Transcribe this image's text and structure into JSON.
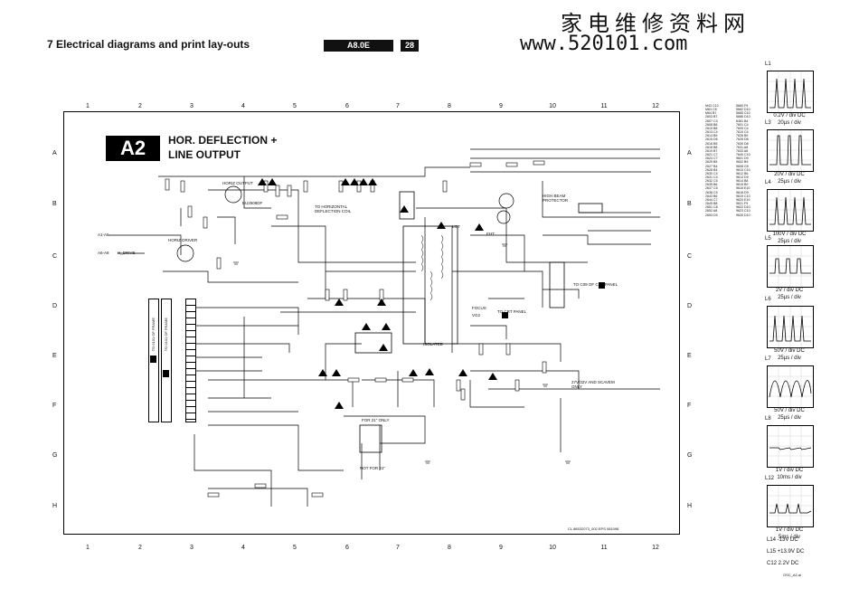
{
  "header": {
    "title": "7    Electrical diagrams and print lay-outs",
    "badge": "A8.0E",
    "page": "28"
  },
  "watermark": {
    "chinese": "家电维修资料网",
    "url": "www.520101.com"
  },
  "diagram": {
    "badge": "A2",
    "title_line1": "HOR. DEFLECTION +",
    "title_line2": "LINE OUTPUT",
    "columns": [
      "1",
      "2",
      "3",
      "4",
      "5",
      "6",
      "7",
      "8",
      "9",
      "10",
      "11",
      "12"
    ],
    "rows": [
      "A",
      "B",
      "C",
      "D",
      "E",
      "F",
      "G",
      "H"
    ],
    "connector_left_1": "TO 0101 OF FRAME",
    "connector_left_2": "TO 0101 OF FRAME",
    "labels": {
      "horiz_output": "HORIZ OUTPUT",
      "horiz_driver": "HORIZ DRIVER",
      "deflection_coil": "TO HORIZONTAL DEFLECTION COIL",
      "high_beam": "HIGH BEAM PROTECTOR",
      "to_crt_panel": "TO CRT PANEL",
      "to_c09": "TO C09 OF CRT PANEL",
      "focus": "FOCUS",
      "vg2": "VG2",
      "isolated": "ISOLATED",
      "scavem_only": "27V/32V AND SCAVEM ONLY",
      "not_for_21": "NOT FOR 21\"",
      "for_21_only": "FOR 21\" ONLY",
      "line_focus": "LOT",
      "eht": "EHT",
      "a1_a5": "A1-A5",
      "a6_a8": "A6-A8",
      "h_drive": "H_DRIVE",
      "ref_transistor": "BU2508DF",
      "diagram_code": "CL 86532073_002.EPS  081098",
      "scope_code": "OSC_A2.ai",
      "l5_note": "2V / div DC"
    }
  },
  "parts_list": [
    "M43 C10",
    "M63 C8",
    "M64 B7",
    "2603 B7",
    "2607 C3",
    "2608 B8",
    "2610 B8",
    "2613 C4",
    "2614 B9",
    "2615 D6",
    "2616 B5",
    "2618 B8",
    "2619 B7",
    "2621 C7",
    "2624 C7",
    "2625 B5",
    "2627 B4",
    "2628 B4",
    "2630 C4",
    "2631 C4",
    "2632 C5",
    "2635 B6",
    "2637 C5",
    "2638 C5",
    "2643 B6",
    "2644 C7",
    "2645 B8",
    "2651 C8",
    "2652 A8",
    "2653 D9"
  ],
  "parts_list_2": [
    "5680 F9",
    "5682 D10",
    "5685 C10",
    "5686 D10",
    "6481 B4",
    "7601 C4",
    "7609 C4",
    "7610 C4",
    "7626 B9",
    "7628 D8",
    "7630 D8",
    "7631 A8",
    "7633 A8",
    "7640 C10",
    "9601 D9",
    "9602 B9",
    "9608 G9",
    "9610 C10",
    "9612 B6",
    "9613 D9",
    "9614 B8",
    "9615 B9",
    "9616 E10",
    "9618 D9",
    "9619 C10",
    "9620 E10",
    "9621 F9",
    "9622 D10",
    "9623 C10",
    "9630 D10"
  ],
  "scopes": [
    {
      "label": "L1",
      "scale": "0.2V / div DC",
      "time": "20µs / div"
    },
    {
      "label": "L3",
      "scale": "20V / div DC",
      "time": "25µs / div"
    },
    {
      "label": "L4",
      "scale": "100V / div DC",
      "time": "25µs / div"
    },
    {
      "label": "L5",
      "scale": "2V / div DC",
      "time": "25µs / div"
    },
    {
      "label": "L6",
      "scale": "50V / div DC",
      "time": "25µs / div"
    },
    {
      "label": "L7",
      "scale": "50V / div DC",
      "time": "25µs / div"
    },
    {
      "label": "L8",
      "scale": "1V / div DC",
      "time": "10ms / div"
    },
    {
      "label": "L12",
      "scale": "1V / div DC",
      "time": "5ms / div"
    }
  ],
  "dc_levels": [
    "L14  -13V DC",
    "L15  +13.9V DC",
    "C12  2.2V DC"
  ]
}
